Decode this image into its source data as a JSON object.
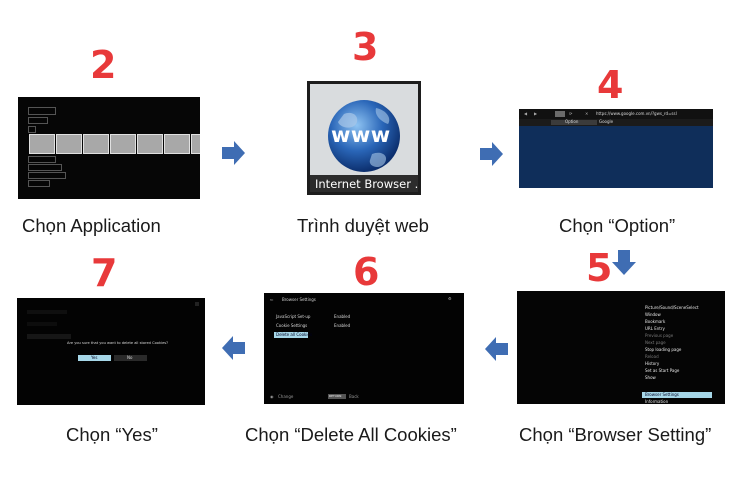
{
  "steps": [
    {
      "number": "2",
      "caption": "Chọn Application"
    },
    {
      "number": "3",
      "caption": "Trình duyệt web"
    },
    {
      "number": "4",
      "caption": "Chọn “Option”"
    },
    {
      "number": "5",
      "caption": "Chọn “Browser Setting”"
    },
    {
      "number": "6",
      "caption": "Chọn “Delete All Cookies”"
    },
    {
      "number": "7",
      "caption": "Chọn “Yes”"
    }
  ],
  "browser_icon": {
    "globe_text": "www",
    "label": "Internet Browser ..."
  },
  "option_screen": {
    "url": "https://www.google.com.vn/?gws_rd=ssl",
    "tab_option": "Option",
    "tab_google": "Google"
  },
  "menu_screen": {
    "items": [
      "Picture/Sound/SceneSelect",
      "Window",
      "Bookmark",
      "URL Entry",
      "Previous page",
      "Next page",
      "Stop loading page",
      "Reload",
      "History",
      "Set as Start Page",
      "Show",
      "Browser Settings",
      "Information"
    ]
  },
  "settings_screen": {
    "title": "Browser Settings",
    "rows": [
      {
        "label": "JavaScript Set-up",
        "value": "Enabled"
      },
      {
        "label": "Cookie Settings",
        "value": "Enabled"
      },
      {
        "label": "Delete all Cookies",
        "value": ""
      }
    ],
    "footer_change": "Change",
    "footer_return": "RETURN",
    "footer_back": "Back"
  },
  "confirm_screen": {
    "question": "Are you sure that you want to delete all stored Cookies?",
    "yes": "Yes",
    "no": "No"
  },
  "colors": {
    "step_number": "#e8393a",
    "arrow": "#3f6db3",
    "highlight": "#a6d7e8"
  }
}
